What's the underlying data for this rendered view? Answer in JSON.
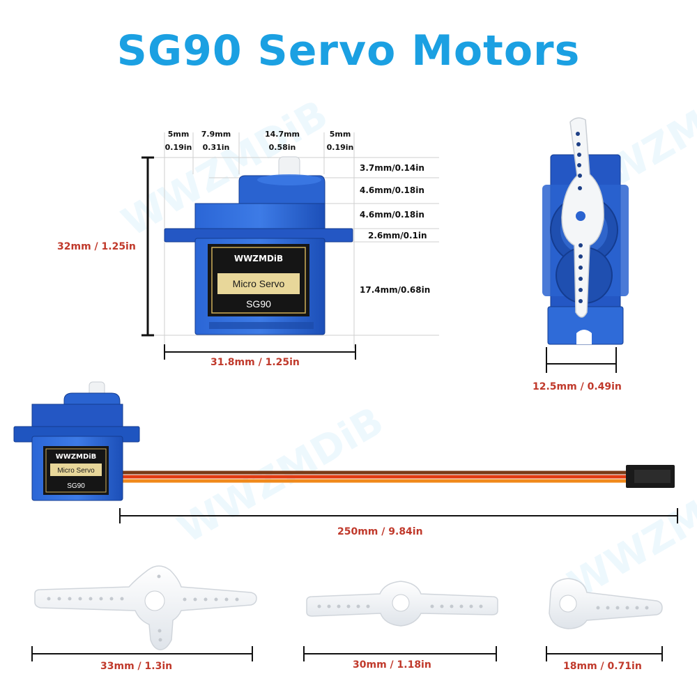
{
  "title": "SG90 Servo Motors",
  "watermark": "WWZMDiB",
  "label": {
    "brand": "WWZMDiB",
    "model_label": "Micro Servo",
    "model": "SG90"
  },
  "dimensions": {
    "top_widths": [
      {
        "mm": "5mm",
        "in": "0.19in"
      },
      {
        "mm": "7.9mm",
        "in": "0.31in"
      },
      {
        "mm": "14.7mm",
        "in": "0.58in"
      },
      {
        "mm": "5mm",
        "in": "0.19in"
      }
    ],
    "right_heights": [
      "3.7mm/0.14in",
      "4.6mm/0.18in",
      "4.6mm/0.18in",
      "2.6mm/0.1in",
      "17.4mm/0.68in"
    ],
    "total_height": "32mm / 1.25in",
    "total_width": "31.8mm / 1.25in",
    "depth": "12.5mm / 0.49in",
    "cable_length": "250mm / 9.84in",
    "horns": [
      "33mm / 1.3in",
      "30mm / 1.18in",
      "18mm / 0.71in"
    ]
  },
  "colors": {
    "title": "#1ba0e2",
    "servo_body": "#1f56c2",
    "servo_dark": "#153f94",
    "horn": "#f4f6f8",
    "dimension_red": "#c0392b",
    "wire_brown": "#7a3a16",
    "wire_red": "#e23b12",
    "wire_orange": "#f08a1c"
  }
}
